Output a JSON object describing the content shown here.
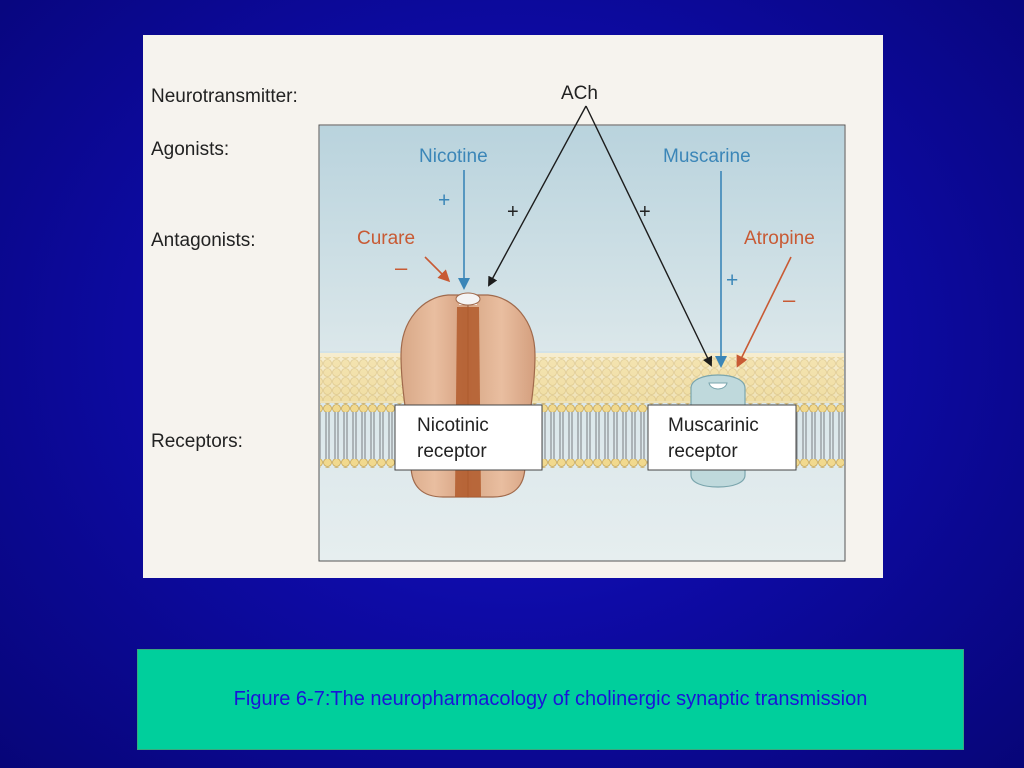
{
  "figure": {
    "row_labels": {
      "neurotransmitter": "Neurotransmitter:",
      "agonists": "Agonists:",
      "antagonists": "Antagonists:",
      "receptors": "Receptors:"
    },
    "neurotransmitter": "ACh",
    "agonist_left": "Nicotine",
    "agonist_right": "Muscarine",
    "antagonist_left": "Curare",
    "antagonist_right": "Atropine",
    "plus_sign": "+",
    "minus_sign": "–",
    "receptor_left": {
      "line1": "Nicotinic",
      "line2": "receptor"
    },
    "receptor_right": {
      "line1": "Muscarinic",
      "line2": "receptor"
    },
    "colors": {
      "agonist": "#3b86b8",
      "antagonist": "#c85a34",
      "text": "#222222"
    }
  },
  "caption": "Figure 6-7:The neuropharmacology of cholinergic synaptic transmission"
}
